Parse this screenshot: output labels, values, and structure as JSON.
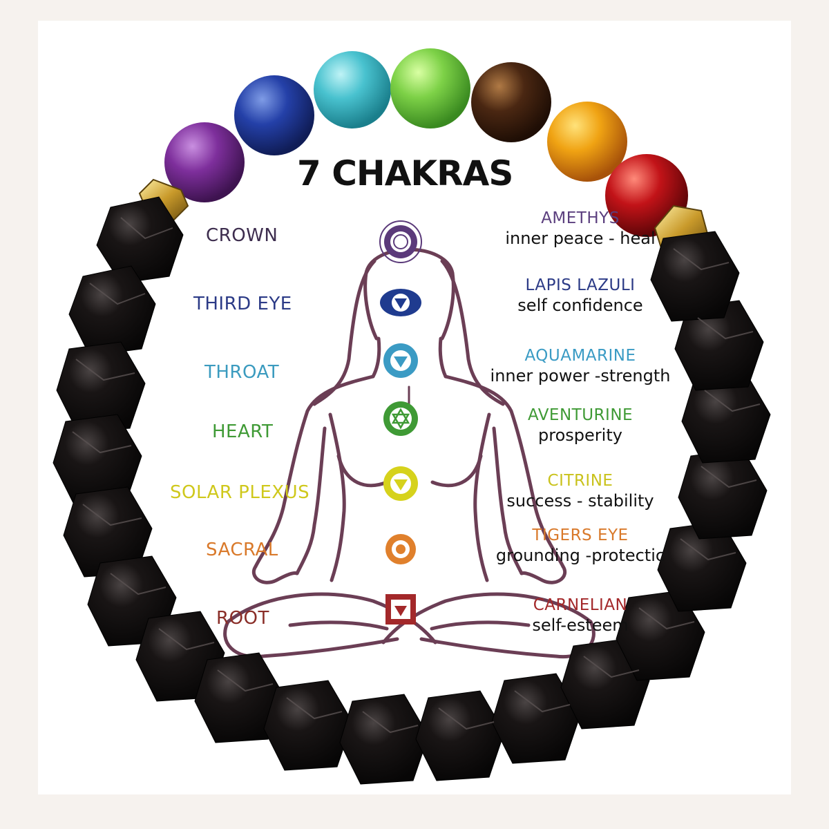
{
  "title": "7 CHAKRAS",
  "colors": {
    "crown": "#5b3a7a",
    "third_eye": "#2b3f8f",
    "throat": "#3a9bbf",
    "heart": "#3d9a3a",
    "solar_plexus": "#c9c522",
    "sacral": "#d9782a",
    "root": "#8f2a24",
    "body_outline": "#6b3e55",
    "onyx": "#151212"
  },
  "chakras": [
    {
      "name": "CROWN",
      "color": "#3d2d4e",
      "icon": "crown-chakra-icon"
    },
    {
      "name": "THIRD EYE",
      "color": "#2b3a86",
      "icon": "third-eye-chakra-icon"
    },
    {
      "name": "THROAT",
      "color": "#3b9bbf",
      "icon": "throat-chakra-icon"
    },
    {
      "name": "HEART",
      "color": "#3f9a35",
      "icon": "heart-chakra-icon"
    },
    {
      "name": "SOLAR PLEXUS",
      "color": "#cfc81c",
      "icon": "solar-plexus-chakra-icon"
    },
    {
      "name": "SACRAL",
      "color": "#d9792a",
      "icon": "sacral-chakra-icon"
    },
    {
      "name": "ROOT",
      "color": "#8a2e28",
      "icon": "root-chakra-icon"
    }
  ],
  "stones": [
    {
      "stone": "AMETHYS",
      "meaning": "inner peace - heal",
      "color": "#5b3f7e"
    },
    {
      "stone": "LAPIS LAZULI",
      "meaning": "self confidence",
      "color": "#2b3a86"
    },
    {
      "stone": "AQUAMARINE",
      "meaning": "inner power -strength",
      "color": "#3a9bc4"
    },
    {
      "stone": "AVENTURINE",
      "meaning": "prosperity",
      "color": "#3f9a35"
    },
    {
      "stone": "CITRINE",
      "meaning": "success - stability",
      "color": "#c9c21c"
    },
    {
      "stone": "TIGERS EYE",
      "meaning": "grounding -protectic",
      "color": "#d9792a"
    },
    {
      "stone": "CARNELIAN",
      "meaning": "self-esteem",
      "color": "#a3282a"
    }
  ]
}
